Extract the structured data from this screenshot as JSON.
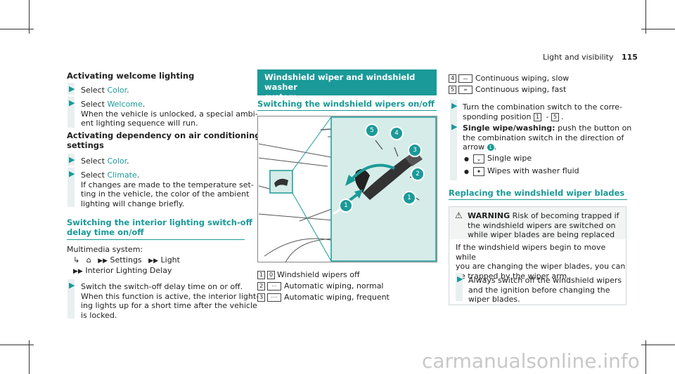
{
  "header": {
    "section_title": "Light and visibility",
    "page_number": "115"
  },
  "col1": {
    "welcome_heading": "Activating welcome lighting",
    "w_step1_prefix": "Select ",
    "w_step1_link": "Color",
    "w_step1_suffix": ".",
    "w_step2_prefix": "Select ",
    "w_step2_link": "Welcome",
    "w_step2_suffix": ".",
    "w_step2_line1": "When the vehicle is unlocked, a special ambi-",
    "w_step2_line2": "ent lighting sequence will run.",
    "dep_heading_line1": "Activating dependency on air conditioning",
    "dep_heading_line2": "settings",
    "d_step1_prefix": "Select ",
    "d_step1_link": "Color",
    "d_step1_suffix": ".",
    "d_step2_prefix": "Select ",
    "d_step2_link": "Climate",
    "d_step2_suffix": ".",
    "d_step2_line1": "If changes are made to the temperature set-",
    "d_step2_line2": "ting in the vehicle, the color of the ambient",
    "d_step2_line3": "lighting will change briefly.",
    "switch_heading_line1": "Switching the interior lighting switch-off",
    "switch_heading_line2": "delay time on/off",
    "multimedia": "Multimedia system:",
    "path_settings": "Settings",
    "path_light": "Light",
    "path_delay": "Interior Lighting Delay",
    "s_step_line1": "Switch the switch-off delay time on or off.",
    "s_step_line2": "When this function is active, the interior light-",
    "s_step_line3": "ing lights up for a short time after the vehicle",
    "s_step_line4": "is locked."
  },
  "col2": {
    "banner_line1": "Windshield wiper and windshield washer",
    "banner_line2": "system",
    "sub_heading": "Switching the windshield wipers on/off",
    "callouts": [
      "5",
      "4",
      "3",
      "2",
      "1",
      "1"
    ],
    "legend": [
      {
        "num": "1",
        "icon": "0",
        "text": "Windshield wipers off"
      },
      {
        "num": "2",
        "icon": "···",
        "text": "Automatic wiping, normal"
      },
      {
        "num": "3",
        "icon": "····",
        "text": "Automatic wiping, frequent"
      }
    ]
  },
  "col3": {
    "legend": [
      {
        "num": "4",
        "icon": "—",
        "text": "Continuous wiping, slow"
      },
      {
        "num": "5",
        "icon": "═",
        "text": "Continuous wiping, fast"
      }
    ],
    "turn_line1": "Turn the combination switch to the corre-",
    "turn_line2_prefix": "sponding position ",
    "turn_range_from": "1",
    "turn_range_sep": " - ",
    "turn_range_to": "5",
    "single_bold": "Single wipe/washing:",
    "single_line1_rest": " push the button on",
    "single_line2": "the combination switch in the direction of",
    "single_line3_prefix": "arrow ",
    "single_arrow_callout": "1",
    "single_sub1": "Single wipe",
    "single_sub2": "Wipes with washer fluid",
    "replace_heading": "Replacing the windshield wiper blades",
    "warning_label": "WARNING",
    "warning_line1_rest": " Risk of becoming trapped if",
    "warning_line2": "the windshield wipers are switched on",
    "warning_line3": "while wiper blades are being replaced",
    "info_line1": "If the windshield wipers begin to move while",
    "info_line2": "you are changing the wiper blades, you can",
    "info_line3": "be trapped by the wiper arm.",
    "always_line1": "Always switch off the windshield wipers",
    "always_line2": "and the ignition before changing the",
    "always_line3": "wiper blades."
  },
  "watermark": "carmanualsonline.info",
  "colors": {
    "accent": "#1a9a98",
    "bar": "#e8efef",
    "banner": "#1a9a98"
  }
}
